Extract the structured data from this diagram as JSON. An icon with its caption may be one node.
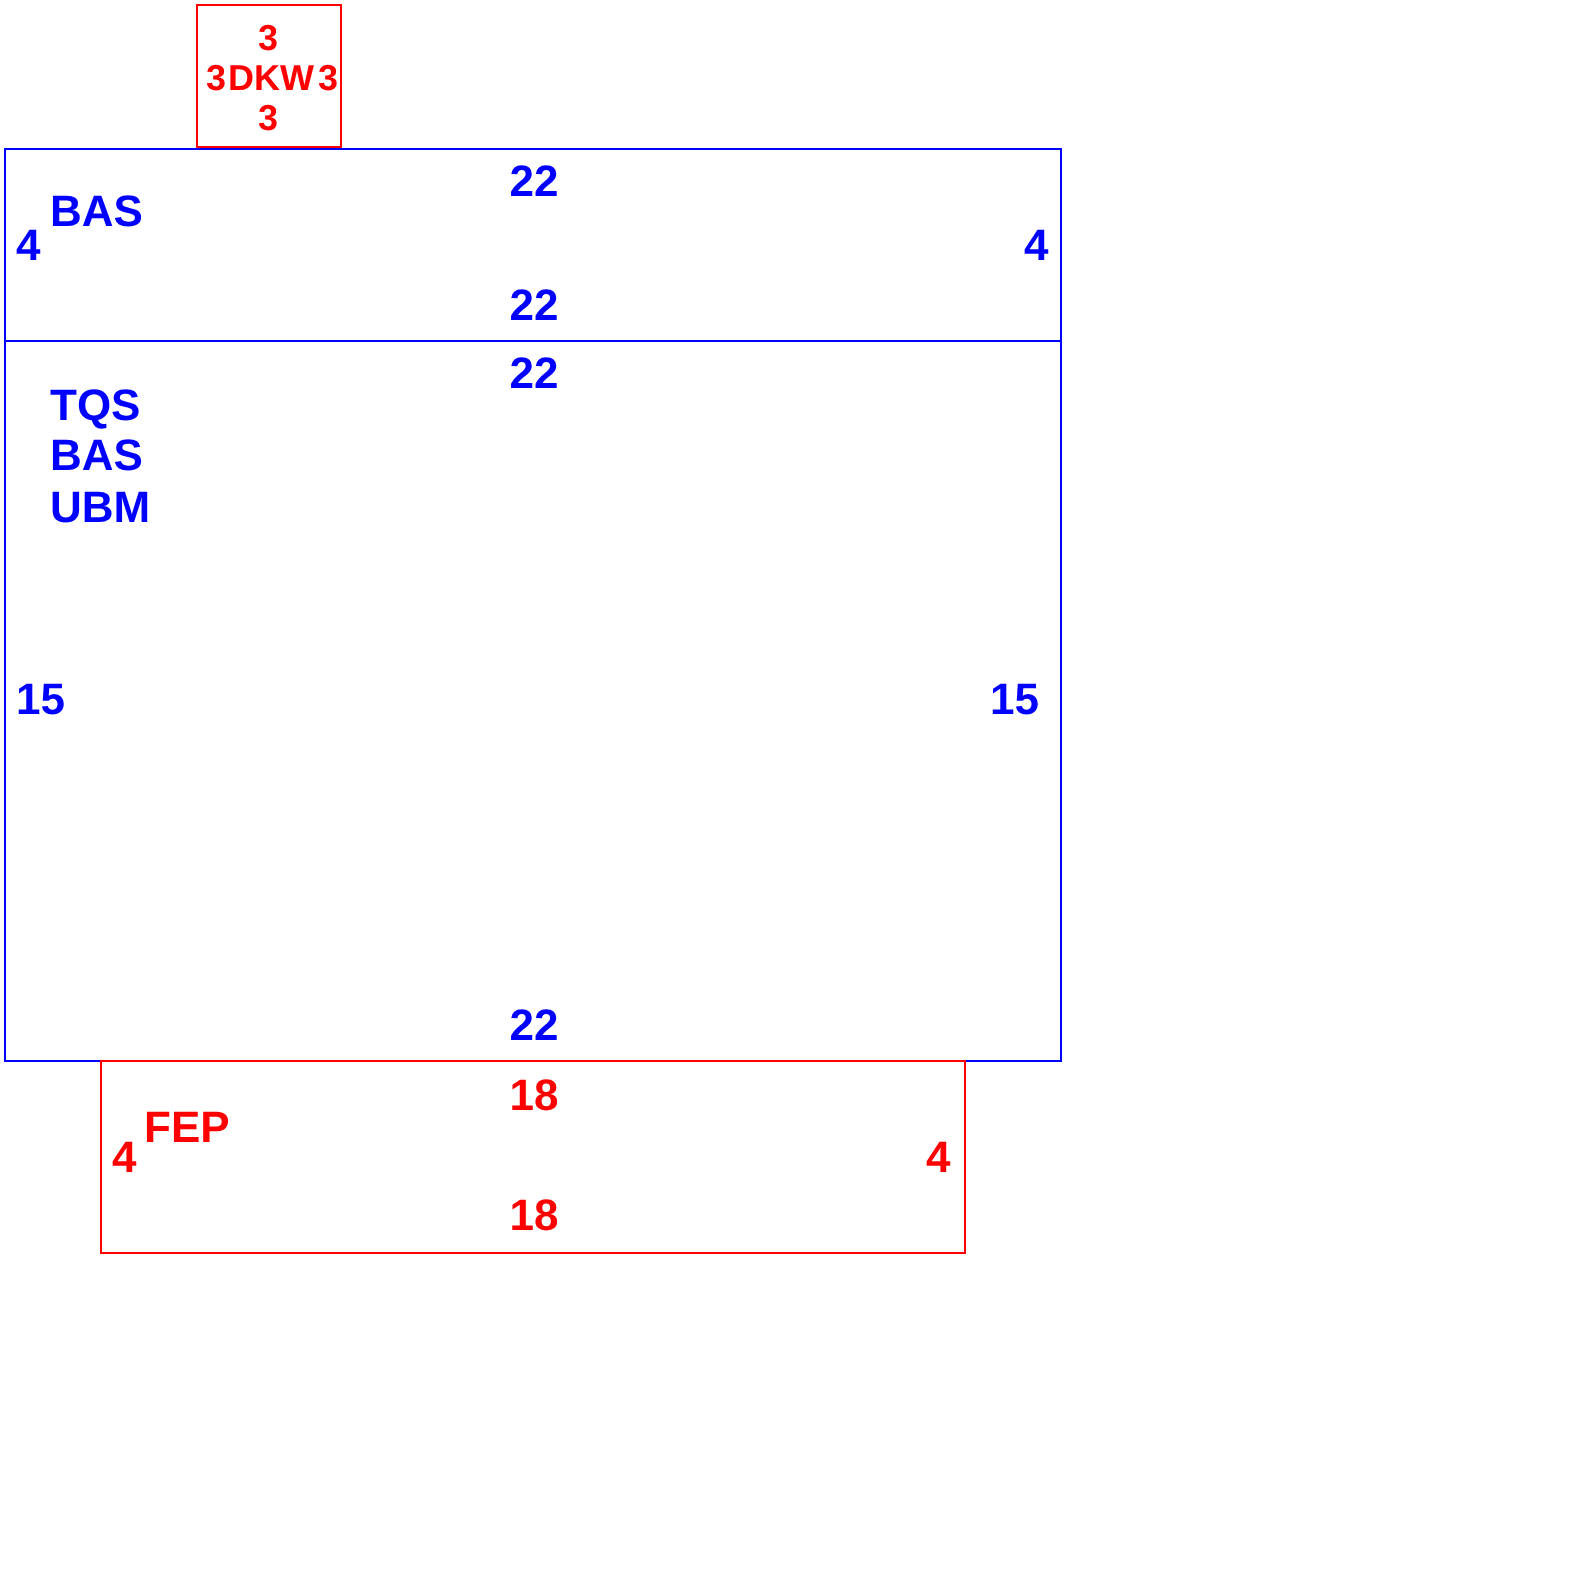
{
  "diagram": {
    "nodes": [
      {
        "text": [
          "3",
          "3",
          "DKW",
          "3",
          "3"
        ]
      },
      {
        "text": [
          "22",
          "BAS",
          "4",
          "4",
          "22"
        ]
      },
      {
        "text": [
          "22",
          "TQS",
          "BAS",
          "UBM",
          "15",
          "15",
          "22"
        ]
      },
      {
        "text": [
          "18",
          "FEP",
          "4",
          "4",
          "18"
        ]
      }
    ]
  }
}
